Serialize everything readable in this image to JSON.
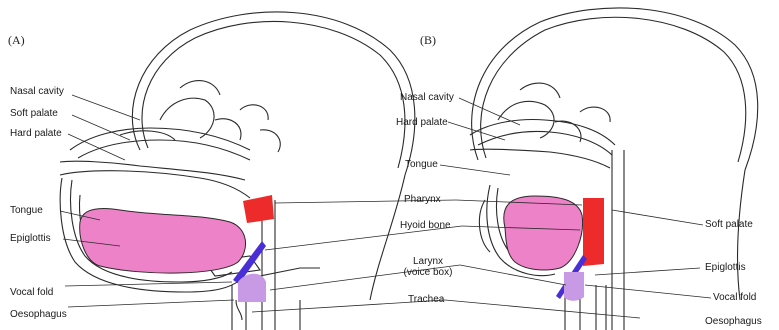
{
  "panels": {
    "a": "(A)",
    "b": "(B)"
  },
  "labels": {
    "nasal_cavity_a": "Nasal cavity",
    "soft_palate_a": "Soft palate",
    "hard_palate_a": "Hard palate",
    "tongue_a": "Tongue",
    "epiglottis_a": "Epiglottis",
    "vocal_fold_a": "Vocal fold",
    "oesophagus_a": "Oesophagus",
    "nasal_cavity_b": "Nasal cavity",
    "hard_palate_b": "Hard palate",
    "tongue_b": "Tongue",
    "pharynx": "Pharynx",
    "hyoid_bone": "Hyoid bone",
    "larynx": "Larynx",
    "larynx_sub": "(voice box)",
    "trachea": "Trachea",
    "soft_palate_b": "Soft palate",
    "epiglottis_b": "Epiglottis",
    "vocal_fold_b": "Vocal fold",
    "oesophagus_b": "Oesophagus"
  },
  "colors": {
    "tongue": "#ee82c8",
    "pharynx": "#ee2b2b",
    "epiglottis": "#4a2fd6",
    "larynx": "#c89ae6",
    "outline": "#2a2a2a"
  }
}
